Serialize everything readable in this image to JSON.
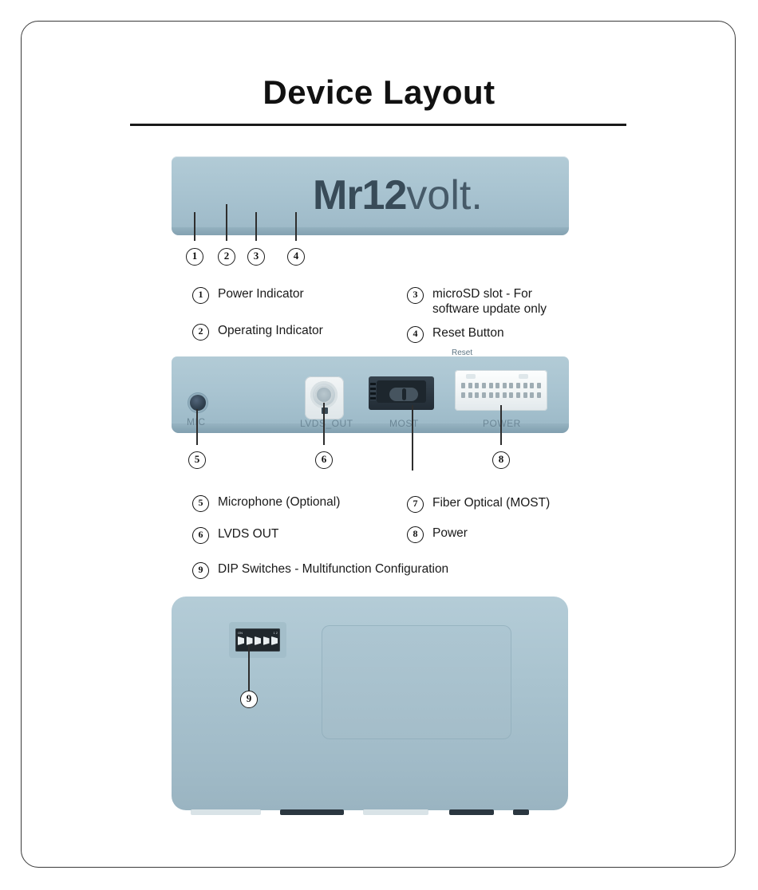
{
  "page": {
    "title": "Device Layout"
  },
  "front_panel": {
    "brand_strong": "Mr12",
    "brand_light": "volt",
    "brand_suffix": ".",
    "reset_label": "Reset",
    "callouts": [
      {
        "number": "1"
      },
      {
        "number": "2"
      },
      {
        "number": "3"
      },
      {
        "number": "4"
      }
    ]
  },
  "legend_top": [
    {
      "number": "1",
      "text": "Power Indicator"
    },
    {
      "number": "2",
      "text": "Operating Indicator"
    },
    {
      "number": "3",
      "text": "microSD slot - For\nsoftware update only"
    },
    {
      "number": "4",
      "text": "Reset Button"
    }
  ],
  "rear_panel": {
    "port_labels": {
      "mic": "MIC",
      "lvds": "LVDS_OUT",
      "most": "MOST",
      "power": "POWER"
    },
    "callouts": [
      {
        "number": "5"
      },
      {
        "number": "6"
      },
      {
        "number": "8"
      }
    ]
  },
  "legend_bottom": [
    {
      "number": "5",
      "text": "Microphone (Optional)"
    },
    {
      "number": "6",
      "text": "LVDS OUT"
    },
    {
      "number": "7",
      "text": "Fiber Optical (MOST)"
    },
    {
      "number": "8",
      "text": "Power"
    },
    {
      "number": "9",
      "text": "DIP Switches - Multifunction Configuration"
    }
  ],
  "bottom_view": {
    "dip_on_label": "ON",
    "dip_range_label": "1 2",
    "callout": {
      "number": "9"
    }
  },
  "colors": {
    "panel_blue": "#a9c4d1",
    "panel_blue_dark": "#93b0bf",
    "label_gray": "#6c8796",
    "text_black": "#1a1a1a",
    "connector_white": "#f0f4f5",
    "port_dark": "#222c35"
  }
}
